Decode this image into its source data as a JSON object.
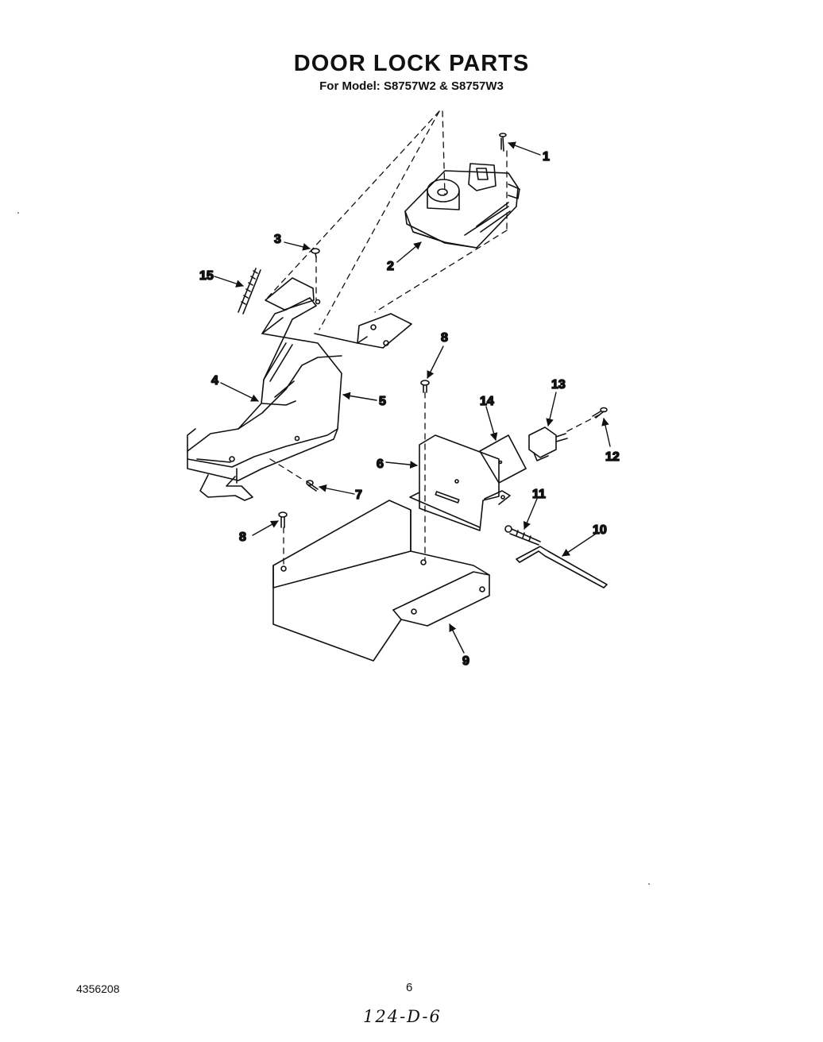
{
  "header": {
    "title": "DOOR LOCK PARTS",
    "subtitle": "For Model: S8757W2 & S8757W3"
  },
  "callouts": [
    "1",
    "2",
    "3",
    "15",
    "4",
    "5",
    "8",
    "13",
    "14",
    "12",
    "6",
    "7",
    "11",
    "10",
    "8",
    "9"
  ],
  "footer": {
    "part_number": "4356208",
    "page_number": "6",
    "handwritten_code": "124-D-6"
  }
}
